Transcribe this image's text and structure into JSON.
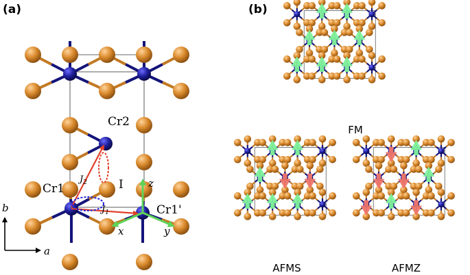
{
  "panels": {
    "a": {
      "label": "(a)"
    },
    "b": {
      "label": "(b)"
    }
  },
  "atoms": {
    "cr1": "Cr1",
    "cr2": "Cr2",
    "cr1p": "Cr1'"
  },
  "exchange": {
    "j1": {
      "main": "J",
      "sub": "1"
    },
    "j2": {
      "main": "J",
      "sub": "2"
    },
    "site_label": "I"
  },
  "local_axes": {
    "x": "x",
    "y": "y",
    "z": "z"
  },
  "lattice_axes": {
    "a": "a",
    "b": "b"
  },
  "configs": {
    "fm": "FM",
    "afms": "AFMS",
    "afmz": "AFMZ"
  },
  "colors": {
    "cr": "#1f1f9e",
    "ligand": "#d9892b",
    "bond_cr": "#14147a",
    "bond_ligand": "#c27a24",
    "spin_up": "#7ff29a",
    "spin_down": "#f0766a",
    "exchange_arrow": "#e0402a",
    "local_axes": "#5fd35a",
    "ellipse_red": "#e0402a",
    "ellipse_blue": "#2222dd"
  },
  "spin_pattern": {
    "fm": [
      "up",
      "up",
      "up",
      "up",
      "up",
      "up",
      "up",
      "up"
    ],
    "afms": [
      "up",
      "up",
      "up",
      "down",
      "down",
      "up",
      "up",
      "up"
    ],
    "afmz": [
      "down",
      "up",
      "down",
      "down",
      "up",
      "down",
      "up",
      "down"
    ]
  }
}
